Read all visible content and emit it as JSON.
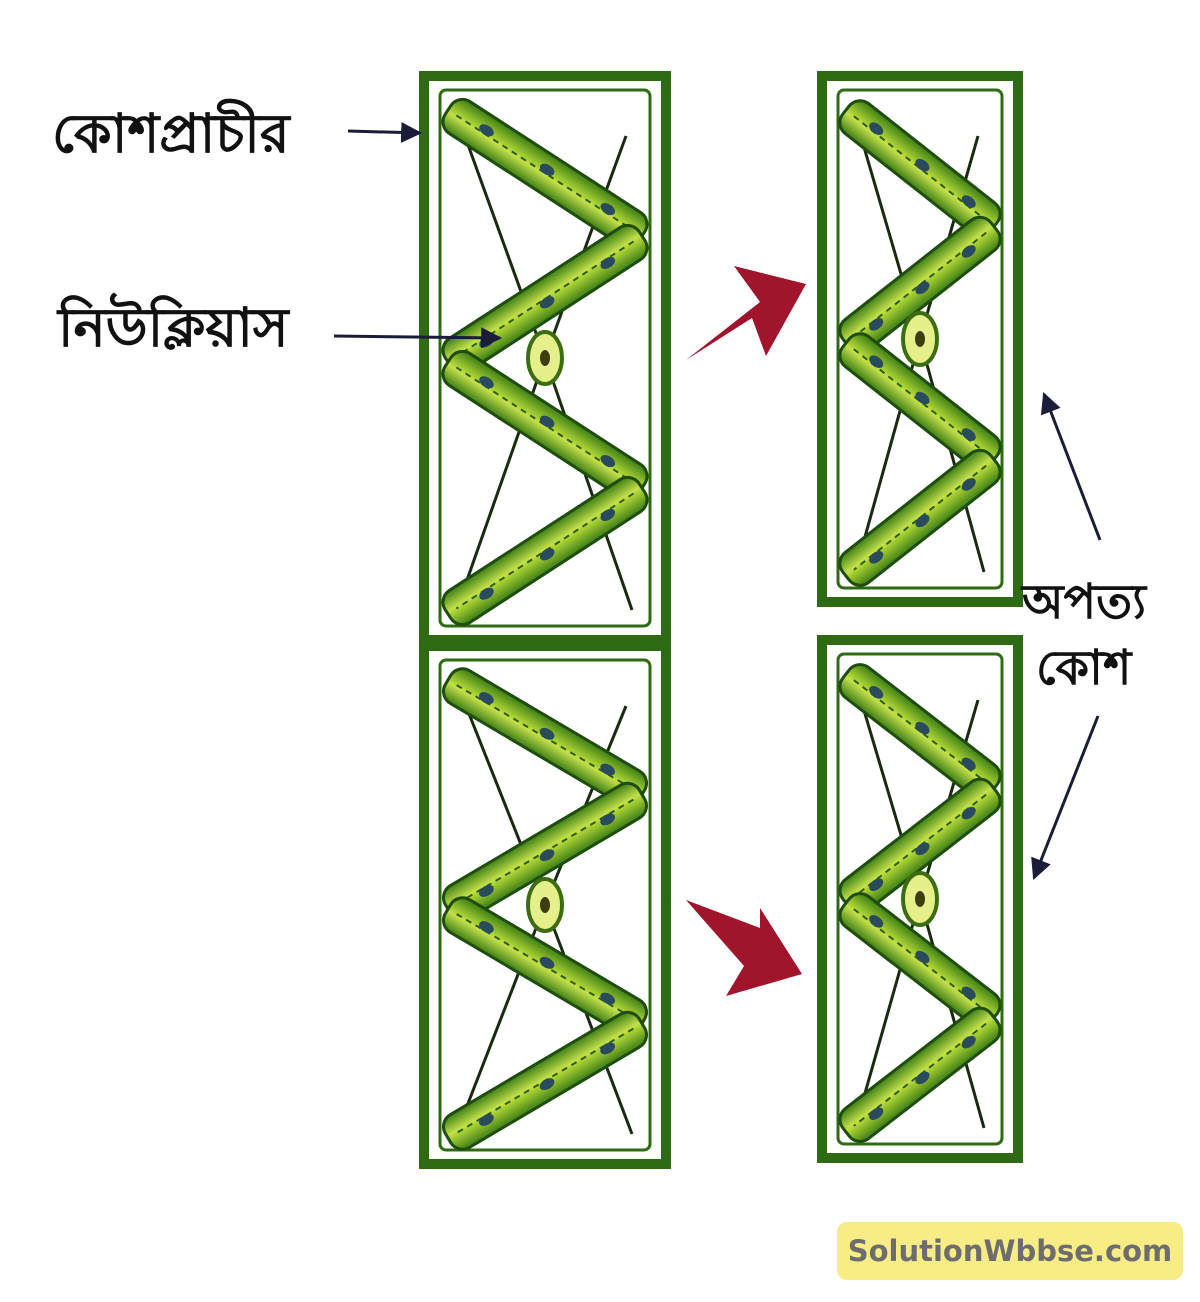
{
  "labels": {
    "cell_wall": "কোশপ্রাচীর",
    "nucleus": "নিউক্লিয়াস",
    "daughter_cell_line1": "অপত্য",
    "daughter_cell_line2": "কোশ"
  },
  "watermark": "SolutionWbbse.com",
  "colors": {
    "cell_wall": "#2e6b12",
    "chloroplast_dark": "#3f8419",
    "chloroplast_light": "#b8d93a",
    "arrow_red": "#a0142c",
    "label_arrow": "#1b1b3a"
  }
}
